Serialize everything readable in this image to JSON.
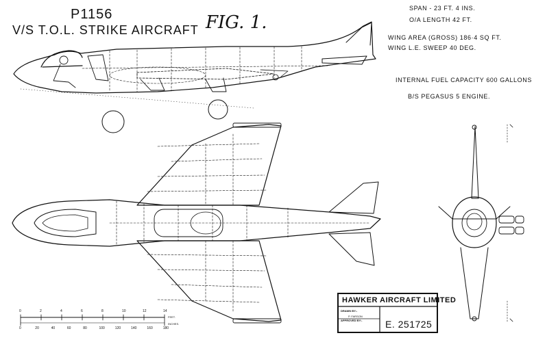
{
  "header": {
    "project": "P1156",
    "title": "V/S T.O.L. STRIKE AIRCRAFT",
    "figure": "FIG. 1."
  },
  "specs": {
    "span": "SPAN - 23 FT. 4 INS.",
    "length": "O/A LENGTH 42 FT.",
    "wing_area": "WING AREA (GROSS) 186·4 SQ FT.",
    "wing_sweep": "WING L.E. SWEEP 40 DEG.",
    "fuel": "INTERNAL FUEL CAPACITY 600 GALLONS",
    "engine": "B/S PEGASUS 5 ENGINE."
  },
  "title_block": {
    "company": "HAWKER AIRCRAFT LIMITED",
    "drawn_by": "DRAWN BY:-",
    "drawn_name": "P. FARSON",
    "approved_by": "APPROVED BY:-",
    "drawing_number": "E. 251725"
  },
  "scale": {
    "feet_label": "FEET.",
    "inches_label": "INCHES.",
    "feet_ticks": [
      "0",
      "2",
      "4",
      "6",
      "8",
      "10",
      "12",
      "14"
    ],
    "inch_ticks": [
      "0",
      "20",
      "40",
      "60",
      "80",
      "100",
      "120",
      "140",
      "160",
      "180"
    ]
  },
  "colors": {
    "ink": "#111111",
    "paper": "#ffffff"
  }
}
